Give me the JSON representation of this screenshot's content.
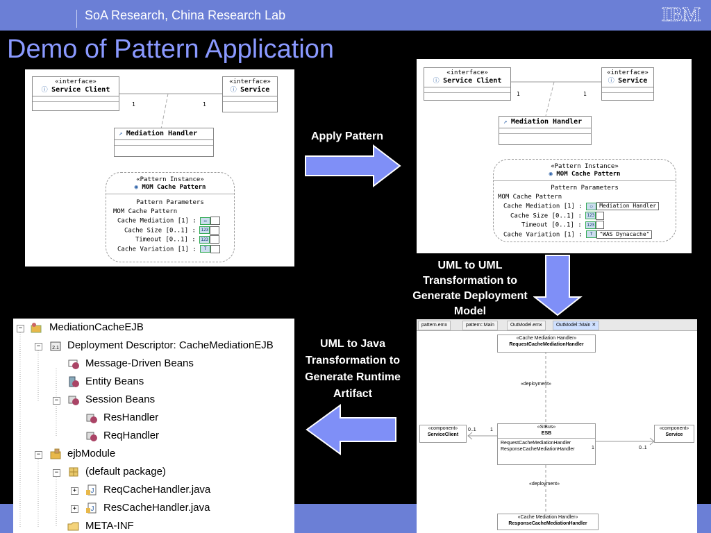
{
  "header": {
    "lab_name": "SoA Research, China Research Lab",
    "logo_text": "IBM"
  },
  "page_title": "Demo of Pattern Application",
  "labels": {
    "apply_pattern": "Apply Pattern",
    "uml_to_uml": [
      "UML to UML",
      "Transformation to",
      "Generate Deployment",
      "Model"
    ],
    "uml_to_java": [
      "UML to Java",
      "Transformation to",
      "Generate Runtime",
      "Artifact"
    ]
  },
  "diagram_left": {
    "client_stereo": "«interface»",
    "client_name": "Service Client",
    "service_stereo": "«interface»",
    "service_name": "Service",
    "mult_left": "1",
    "mult_right": "1",
    "handler_name": "Mediation Handler",
    "pattern_stereo": "«Pattern Instance»",
    "pattern_name": "MOM Cache Pattern",
    "params_title": "Pattern Parameters",
    "params_group": "MOM Cache Pattern",
    "params": [
      {
        "name": "Cache Mediation [1] :",
        "icon": "class-icon"
      },
      {
        "name": "Cache Size [0..1] :",
        "icon": "123"
      },
      {
        "name": "Timeout [0..1] :",
        "icon": "123"
      },
      {
        "name": "Cache Variation [1] :",
        "icon": "type-icon"
      }
    ]
  },
  "diagram_right": {
    "client_stereo": "«interface»",
    "client_name": "Service Client",
    "service_stereo": "«interface»",
    "service_name": "Service",
    "mult_left": "1",
    "mult_right": "1",
    "handler_name": "Mediation Handler",
    "pattern_stereo": "«Pattern Instance»",
    "pattern_name": "MOM Cache Pattern",
    "params_title": "Pattern Parameters",
    "params_group": "MOM Cache Pattern",
    "params": [
      {
        "name": "Cache Mediation [1] :",
        "value": "Mediation Handler"
      },
      {
        "name": "Cache Size [0..1] :",
        "value": ""
      },
      {
        "name": "Timeout [0..1] :",
        "value": ""
      },
      {
        "name": "Cache Variation [1] :",
        "value": "\"WAS Dynacache\""
      }
    ]
  },
  "tree": {
    "items": [
      {
        "label": "MediationCacheEJB",
        "level": 0,
        "expander": "−",
        "icon": "ejb-project-icon"
      },
      {
        "label": "Deployment Descriptor: CacheMediationEJB",
        "level": 1,
        "expander": "−",
        "icon": "deployment-descriptor-icon"
      },
      {
        "label": "Message-Driven Beans",
        "level": 2,
        "expander": "",
        "icon": "message-bean-icon"
      },
      {
        "label": "Entity Beans",
        "level": 2,
        "expander": "",
        "icon": "entity-bean-icon"
      },
      {
        "label": "Session Beans",
        "level": 2,
        "expander": "−",
        "icon": "session-bean-icon"
      },
      {
        "label": "ResHandler",
        "level": 3,
        "expander": "",
        "icon": "bean-icon"
      },
      {
        "label": "ReqHandler",
        "level": 3,
        "expander": "",
        "icon": "bean-icon"
      },
      {
        "label": "ejbModule",
        "level": 1,
        "expander": "−",
        "icon": "source-folder-icon"
      },
      {
        "label": "(default package)",
        "level": 2,
        "expander": "−",
        "icon": "package-icon"
      },
      {
        "label": "ReqCacheHandler.java",
        "level": 3,
        "expander": "+",
        "icon": "java-file-icon"
      },
      {
        "label": "ResCacheHandler.java",
        "level": 3,
        "expander": "+",
        "icon": "java-file-icon"
      },
      {
        "label": "META-INF",
        "level": 2,
        "expander": "",
        "icon": "folder-icon"
      }
    ]
  },
  "deployment": {
    "tabs": [
      "pattern.emx",
      "pattern::Main",
      "OutModel.emx",
      "OutModel::Main"
    ],
    "active_tab_index": 3,
    "top_stereo": "«Cache Mediation Handler»",
    "top_name": "RequestCacheMediationHandler",
    "dep_label_top": "«deployment»",
    "client_stereo": "«component»",
    "client_name": "ServiceClient",
    "esb_stereo": "«SIBus»",
    "esb_name": "ESB",
    "esb_items": [
      "RequestCacheMediationHandler",
      "ResponseCacheMediationHandler"
    ],
    "service_stereo": "«component»",
    "service_name": "Service",
    "mult_a": "0..1",
    "mult_b": "1",
    "mult_c": "1",
    "mult_d": "0..1",
    "dep_label_bottom": "«deployment»",
    "bottom_stereo": "«Cache Mediation Handler»",
    "bottom_name": "ResponseCacheMediationHandler"
  },
  "colors": {
    "bar_blue": "#6b7fd6",
    "title_blue": "#8a99ff",
    "arrow_fill": "#7f8ff7"
  }
}
